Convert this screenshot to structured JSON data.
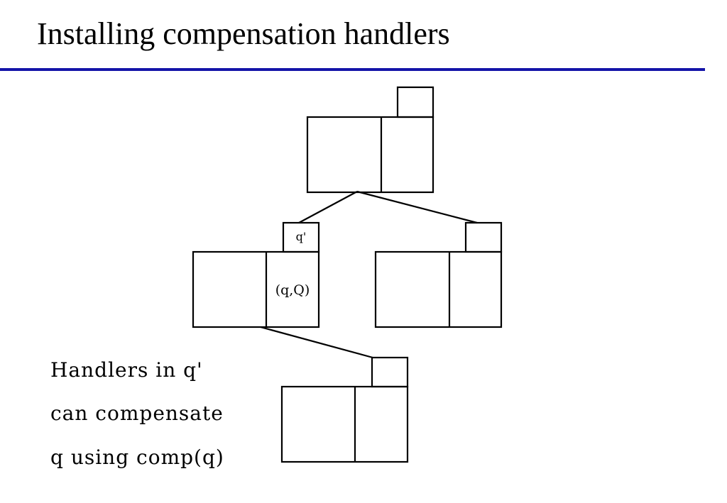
{
  "slide": {
    "title": "Installing compensation handlers",
    "rule_color": "#1414a8"
  },
  "diagram": {
    "handler_box_label": "q'",
    "scope_label": "(q,Q)"
  },
  "caption": {
    "lines": [
      "Handlers in q'",
      "can compensate",
      "q using comp(q)"
    ]
  }
}
